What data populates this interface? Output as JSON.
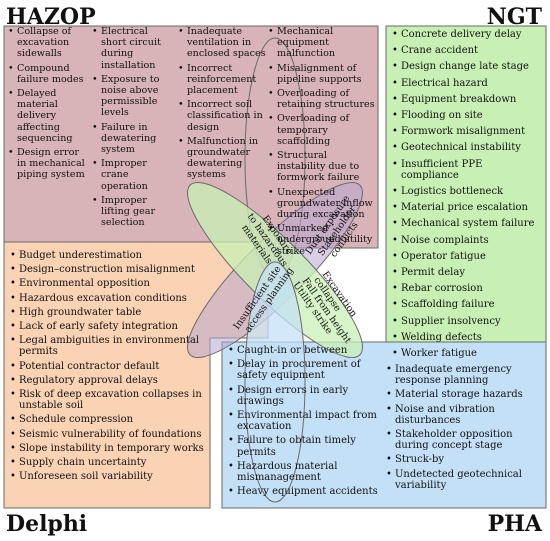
{
  "corners": {
    "hazop": "HAZOP",
    "ngt": "NGT",
    "delphi": "Delphi",
    "pha": "PHA"
  },
  "colors": {
    "hazop": "#d8b4b8",
    "ngt": "#c8f0b4",
    "delphi": "#fad2b4",
    "pha": "#c4e0f6",
    "center": "#b8a8d0",
    "border": "#6a6a6a"
  },
  "hazop": {
    "col1": [
      "Collapse of excavation sidewalls",
      "Compound failure modes",
      "Delayed material delivery affecting sequencing",
      "Design error in mechanical piping system"
    ],
    "col2": [
      "Electrical short circuit during installation",
      "Exposure to noise above permissible levels",
      "Failure in dewatering system",
      "Improper crane operation",
      "Improper lifting gear selection"
    ],
    "col3": [
      "Inadequate ventilation in enclosed spaces",
      "Incorrect reinforcement placement",
      "Incorrect soil classification in design",
      "Malfunction in groundwater dewatering systems"
    ],
    "col4": [
      "Mechanical equipment malfunction",
      "Misalignment of pipeline supports",
      "Overloading of retaining structures",
      "Overloading of temporary scaffolding",
      "Structural instability due to formwork failure",
      "Unexpected groundwater inflow during excavation",
      "Unmarked underground utility strike"
    ]
  },
  "ngt": [
    "Concrete delivery delay",
    "Crane accident",
    "Design change late stage",
    "Electrical hazard",
    "Equipment breakdown",
    "Flooding on site",
    "Formwork misalignment",
    "Geotechnical instability",
    "Insufficient PPE compliance",
    "Logistics bottleneck",
    "Material price escalation",
    "Mechanical system failure",
    "Noise complaints",
    "Operator fatigue",
    "Permit delay",
    "Rebar corrosion",
    "Scaffolding failure",
    "Supplier insolvency",
    "Welding defects",
    "Worker fatigue"
  ],
  "delphi": [
    "Budget underestimation",
    "Design–construction misalignment",
    "Environmental opposition",
    "Hazardous excavation conditions",
    "High groundwater table",
    "Lack of early safety integration",
    "Legal ambiguities in environmental permits",
    "Potential contractor default",
    "Regulatory approval delays",
    "Risk of deep excavation collapses in unstable soil",
    "Schedule compression",
    "Seismic vulnerability of foundations",
    "Slope instability in temporary works",
    "Supply chain uncertainty",
    "Unforeseen soil variability"
  ],
  "pha": {
    "col1": [
      "Caught-in or between",
      "Delay in procurement of safety equipment",
      "Design errors in early drawings",
      "Environmental impact from excavation",
      "Failure to obtain timely permits",
      "Hazardous material mismanagement",
      "Heavy equipment accidents"
    ],
    "col2": [
      "Inadequate emergency response planning",
      "Material storage hazards",
      "Noise and vibration disturbances",
      "Stakeholder opposition during concept stage",
      "Struck-by",
      "Undetected geotechnical variability"
    ]
  },
  "overlaps": {
    "hazop_ngt": [
      "Dust exposure",
      "Stakeholder",
      "conflicts"
    ],
    "hazop_delphi": [
      "Exposure",
      "to hazardous",
      "materials"
    ],
    "delphi_pha": [
      "Insufficient site",
      "access planning"
    ],
    "ngt_pha": [
      "Excavation",
      "collapse",
      "Fall from height",
      "Utility strike"
    ]
  }
}
